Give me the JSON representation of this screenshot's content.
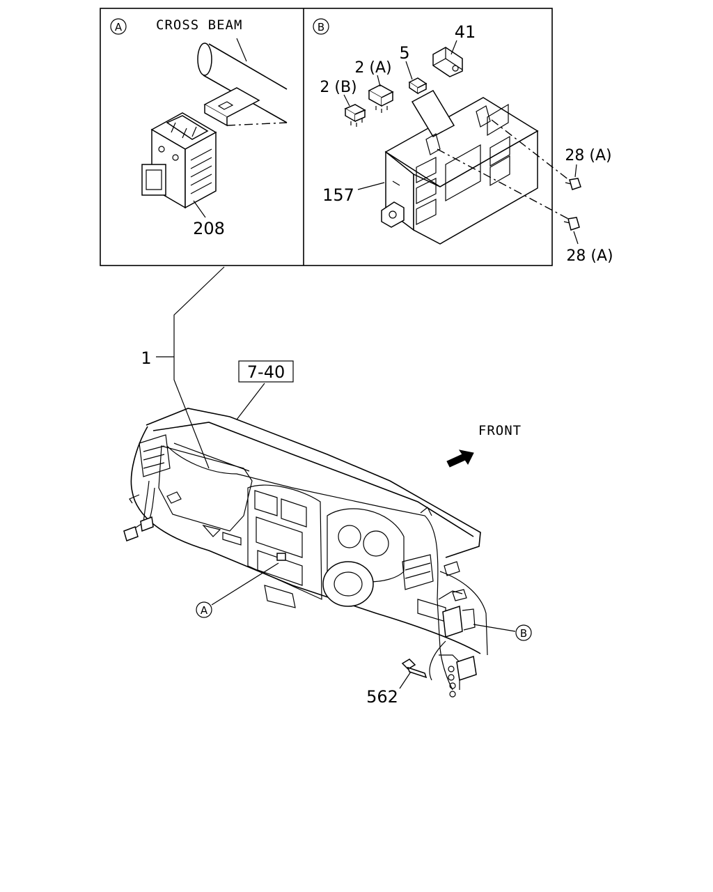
{
  "panel_a": {
    "marker": "A",
    "title": "CROSS BEAM",
    "part_label": "208"
  },
  "panel_b": {
    "marker": "B",
    "labels": {
      "p41": "41",
      "p5": "5",
      "p2a": "2 (A)",
      "p2b": "2 (B)",
      "p157": "157",
      "p28a_top": "28 (A)",
      "p28a_bottom": "28 (A)"
    }
  },
  "main": {
    "harness_label": "1",
    "ref_box": "7-40",
    "direction": "FRONT",
    "callout_a": "A",
    "callout_b": "B",
    "bolt_label": "562"
  }
}
